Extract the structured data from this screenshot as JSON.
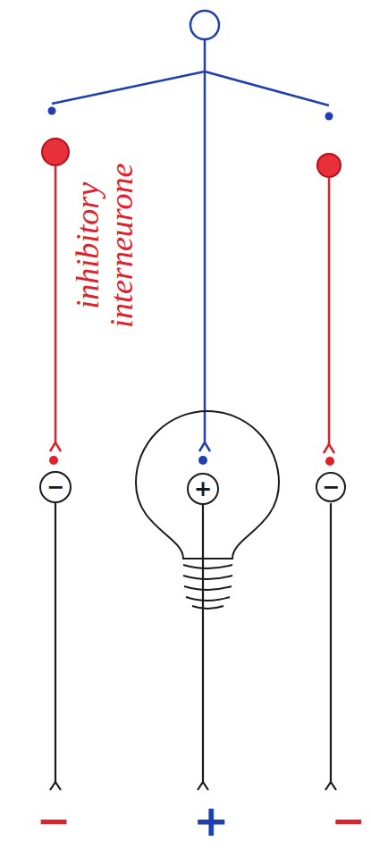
{
  "diagram": {
    "nodes": [
      {
        "text": [
          "−"
        ]
      },
      {
        "text": [
          "+"
        ]
      },
      {
        "text": [
          "−"
        ]
      }
    ],
    "labels": [
      "inhibitory interneurone",
      "−",
      "+",
      "−"
    ]
  }
}
